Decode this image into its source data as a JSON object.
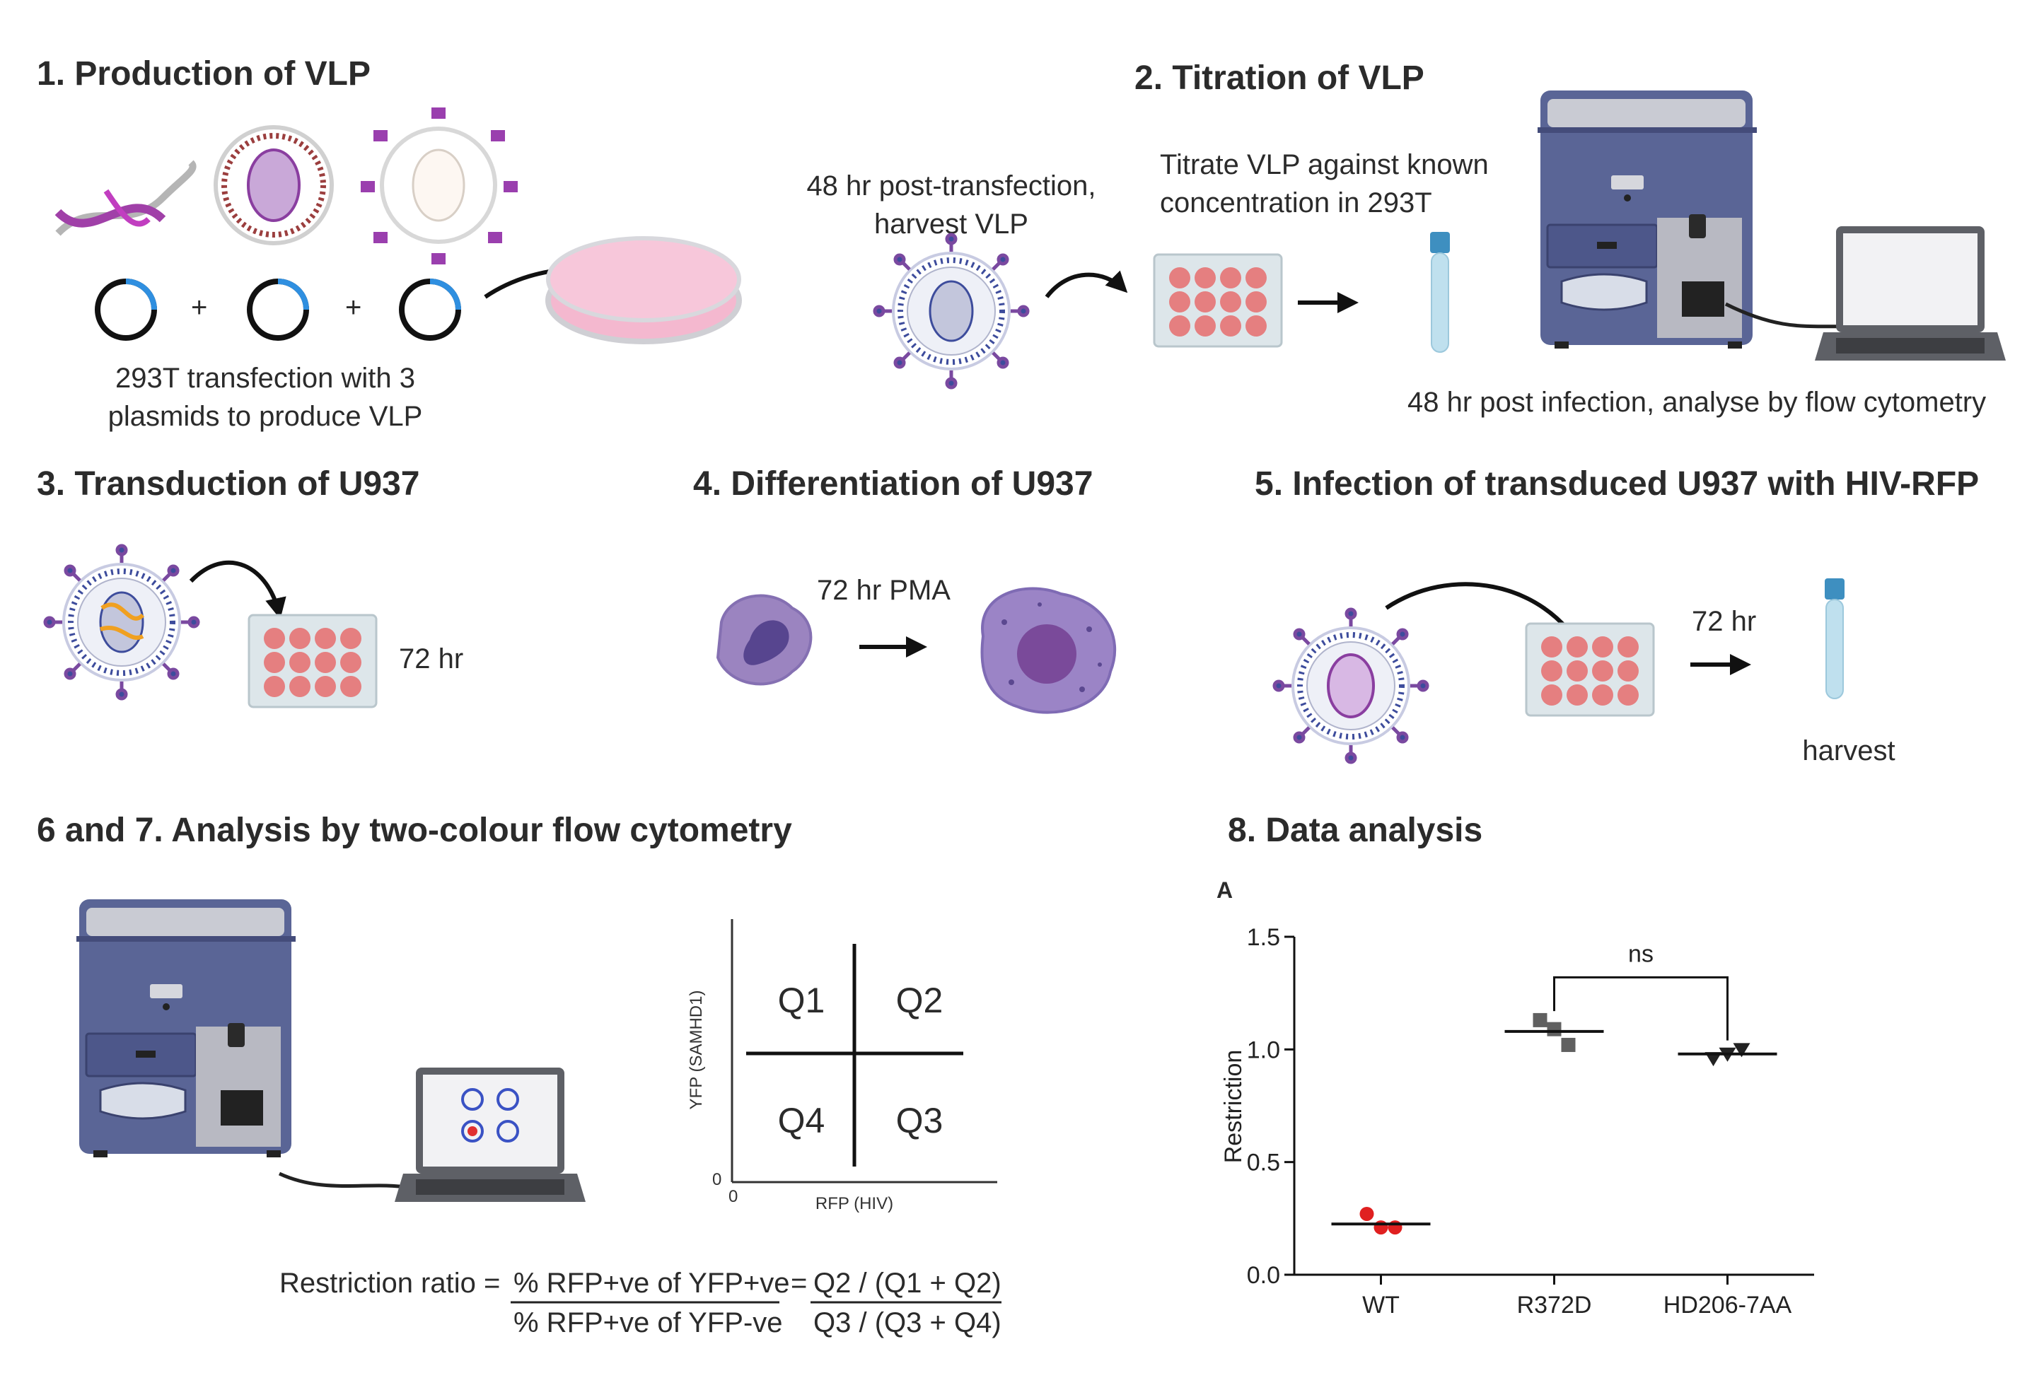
{
  "sections": {
    "s1": {
      "title": "1. Production of VLP",
      "caption_line1": "293T transfection with 3",
      "caption_line2": "plasmids to produce VLP",
      "plus": "+"
    },
    "s2": {
      "title": "2. Titration of VLP",
      "harvest_line1": "48 hr post-transfection,",
      "harvest_line2": "harvest VLP",
      "titrate_line1": "Titrate VLP against known",
      "titrate_line2": "concentration in 293T",
      "analyse": "48 hr post infection, analyse by flow cytometry"
    },
    "s3": {
      "title": "3. Transduction of U937",
      "time": "72 hr"
    },
    "s4": {
      "title": "4. Differentiation of U937",
      "time": "72 hr PMA"
    },
    "s5": {
      "title": "5. Infection of transduced U937 with HIV-RFP",
      "time": "72 hr",
      "harvest": "harvest"
    },
    "s67": {
      "title": "6 and 7. Analysis by two-colour flow cytometry"
    },
    "s8": {
      "title": "8. Data analysis",
      "panel_label": "A"
    }
  },
  "quadrant_plot": {
    "ylabel": "YFP (SAMHD1)",
    "xlabel": "RFP (HIV)",
    "origin_x": "0",
    "origin_y": "0",
    "quadrants": [
      "Q1",
      "Q2",
      "Q4",
      "Q3"
    ]
  },
  "equation": {
    "lhs": "Restriction ratio =",
    "num1": "% RFP+ve of YFP+ve",
    "den1": "% RFP+ve of YFP-ve",
    "eq": "=",
    "num2": "Q2 / (Q1 + Q2)",
    "den2": "Q3 / (Q3 + Q4)"
  },
  "chart_data": {
    "type": "scatter",
    "title": "",
    "xlabel": "",
    "ylabel": "Restriction",
    "ylim": [
      0.0,
      1.5
    ],
    "yticks": [
      "0.0",
      "0.5",
      "1.0",
      "1.5"
    ],
    "categories": [
      "WT",
      "R372D",
      "HD206-7AA"
    ],
    "series": [
      {
        "category": "WT",
        "marker": "circle",
        "color": "#e02020",
        "points": [
          0.27,
          0.21,
          0.21
        ],
        "mean": 0.225
      },
      {
        "category": "R372D",
        "marker": "square",
        "color": "#606060",
        "points": [
          1.13,
          1.09,
          1.02
        ],
        "mean": 1.08
      },
      {
        "category": "HD206-7AA",
        "marker": "triangle-down",
        "color": "#222222",
        "points": [
          0.96,
          0.98,
          1.0
        ],
        "mean": 0.98
      }
    ],
    "annotation": {
      "text": "ns",
      "between": [
        "R372D",
        "HD206-7AA"
      ]
    },
    "grid": false
  },
  "colors": {
    "instrument_body": "#5a6596",
    "instrument_dark": "#444c7a",
    "plate": "#dde6ea",
    "well": "#e57f80",
    "dish": "#f4b8cf",
    "virus_blue": "#3d4c9c",
    "virus_purple": "#8a3ea0",
    "tube": "#bfe0ee",
    "tube_cap": "#3e8fc0"
  }
}
